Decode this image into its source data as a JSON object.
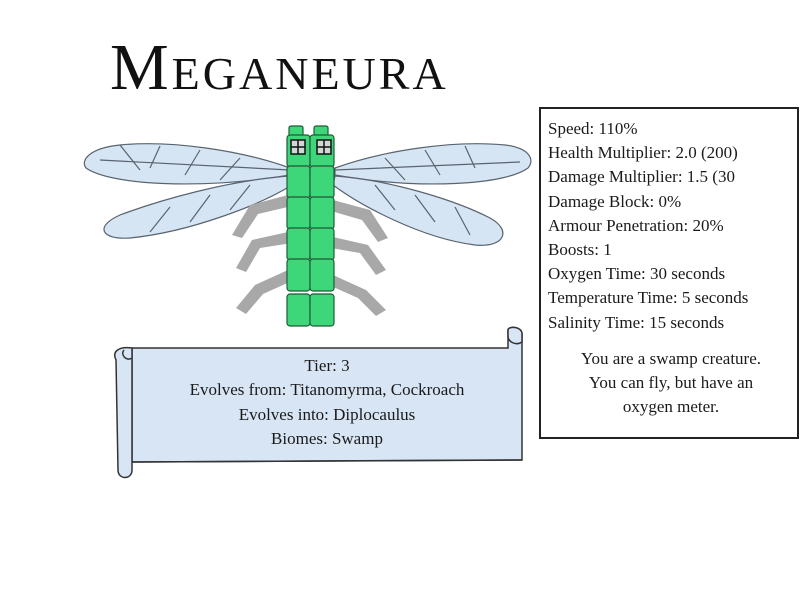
{
  "title": "Meganeura",
  "stats": [
    "Speed: 110%",
    "Health Multiplier: 2.0 (200)",
    "Damage Multiplier: 1.5 (30",
    "Damage Block: 0%",
    "Armour Penetration: 20%",
    "Boosts: 1",
    "Oxygen Time: 30 seconds",
    "Temperature Time: 5 seconds",
    "Salinity Time: 15 seconds"
  ],
  "description": [
    "You are a swamp creature.",
    "You can fly, but have an",
    "oxygen meter."
  ],
  "evolution": {
    "tier": "Tier: 3",
    "evolves_from": "Evolves from: Titanomyrma, Cockroach",
    "evolves_into": "Evolves into: Diplocaulus",
    "biomes": "Biomes: Swamp"
  },
  "colors": {
    "body": "#3dd77a",
    "legs": "#a8a8a8",
    "wings": "#cfe1f1",
    "scroll": "#d8e5f5"
  }
}
